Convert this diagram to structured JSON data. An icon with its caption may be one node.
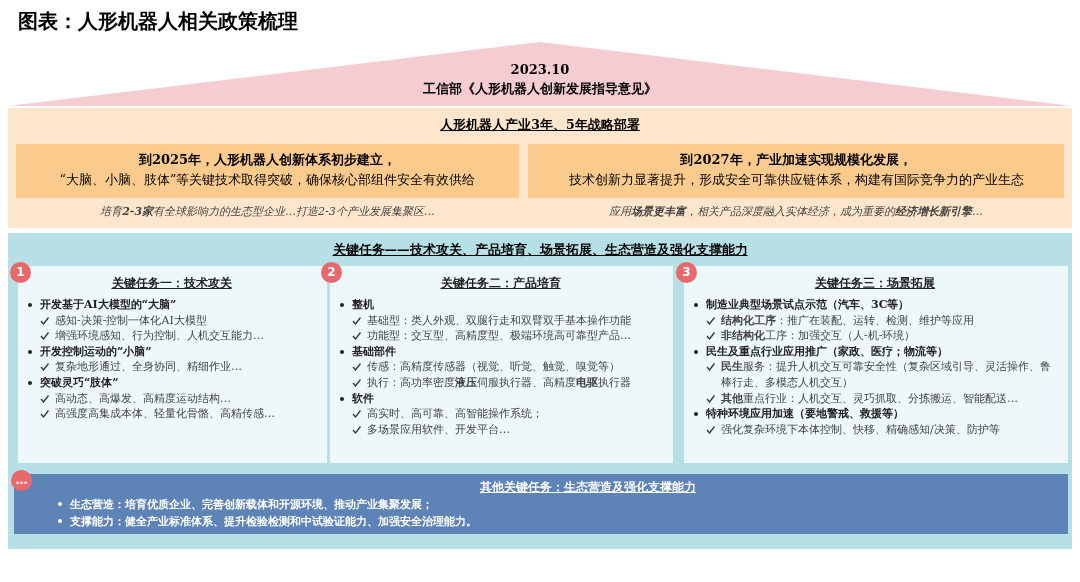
{
  "diagram": {
    "title": "图表：人形机器人相关政策梳理",
    "nodes": [
      {
        "text": [
          "2023.10",
          "工信部《人形机器人创新发展指导意见》"
        ]
      },
      {
        "text": [
          "人形机器人产业3年、5年战略部署"
        ]
      },
      {
        "text": [
          "到2025年，人形机器人创新体系初步建立，",
          "“大脑、小脑、肢体”等关键技术取得突破，确保核心部组件安全有效供给"
        ],
        "in": 1,
        "beside": [
          "培育**2-3家**有全球影响力的生态型企业…打造2-3个产业发展集聚区…"
        ]
      },
      {
        "text": [
          "到2027年，产业加速实现规模化发展，",
          "技术创新力显著提升，形成安全可靠供应链体系，构建有国际竞争力的产业生态"
        ],
        "in": 1,
        "beside": [
          "应用**场景更丰富**，相关产品深度融入实体经济，成为重要的**经济增长新引擎**…"
        ]
      },
      {
        "text": [
          "关键任务——技术攻关、产品培育、场景拓展、生态营造及强化支撑能力"
        ]
      },
      {
        "text": [
          "1"
        ],
        "in": 4
      },
      {
        "text": [
          "关键任务一：技术攻关",
          "开发基于AI大模型的“大脑”",
          "感知-决策-控制一体化AI大模型",
          "增强环境感知、行为控制、人机交互能力…",
          "开发控制运动的“小脑”",
          "复杂地形通过、全身协同、精细作业…",
          "突破灵巧“肢体”",
          "高动态、高爆发、高精度运动结构…",
          "高强度高集成本体、轻量化骨骼、高精传感…"
        ],
        "in": 4
      },
      {
        "text": [
          "2"
        ],
        "in": 4
      },
      {
        "text": [
          "关键任务二：产品培育",
          "整机",
          "基础型：类人外观、双腿行走和双臂双手基本操作功能",
          "功能型：交互型、高精度型、极端环境高可靠型产品…",
          "基础部件",
          "传感：高精度传感器（视觉、听觉、触觉、嗅觉等）",
          "执行：高功率密度**液压**伺服执行器、高精度**电驱**执行器",
          "软件",
          "高实时、高可靠、高智能操作系统；",
          "多场景应用软件、开发平台…"
        ],
        "in": 4
      },
      {
        "text": [
          "3"
        ],
        "in": 4
      },
      {
        "text": [
          "关键任务三：场景拓展",
          "制造业典型场景试点示范（汽车、3C等）",
          "**结构化工序**：推广在装配、运转、检测、维护等应用",
          "**非结构化**工序：加强交互（人-机-环境）",
          "民生及重点行业应用推广（家政、医疗；物流等）",
          "**民生**服务：提升人机交互可靠安全性（复杂区域引导、灵活操作、鲁棒行走、多模态人机交互）",
          "**其他**重点行业：人机交互、灵巧抓取、分拣搬运、智能配送…",
          "特种环境应用加速（要地警戒、救援等）",
          "强化复杂环境下本体控制、快移、精确感知/决策、防护等"
        ],
        "in": 4
      },
      {
        "text": [
          "…"
        ],
        "in": 4
      },
      {
        "text": [
          "其他关键任务：生态营造及强化支撑能力",
          "生态营造：培育优质企业、完善创新载体和开源环境、推动产业集聚发展；",
          "支撑能力：健全产业标准体系、提升检验检测和中试验证能力、加强安全治理能力。"
        ],
        "in": 4
      }
    ]
  }
}
